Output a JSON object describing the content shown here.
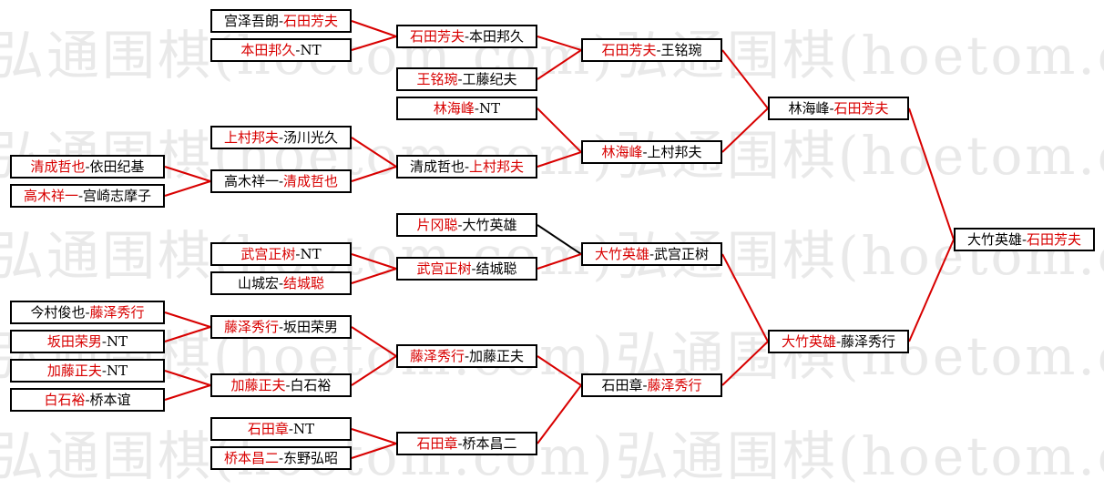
{
  "watermark": "弘通围棋(hoetom.com)弘通围棋(hoetom.com)",
  "colors": {
    "winner": "#d80000",
    "normal": "#000000",
    "line_win": "#d80000",
    "line_normal": "#000000"
  },
  "matches": [
    {
      "id": "r0a",
      "a": "宫泽吾朗",
      "b": "石田芳夫",
      "winner": "b"
    },
    {
      "id": "r0b",
      "a": "本田邦久",
      "b": "NT",
      "winner": "a"
    },
    {
      "id": "r0c",
      "a": "王铭琬",
      "b": "工藤纪夫",
      "winner": "a"
    },
    {
      "id": "r0d",
      "a": "林海峰",
      "b": "NT",
      "winner": "a"
    },
    {
      "id": "r0e",
      "a": "上村邦夫",
      "b": "汤川光久",
      "winner": "a"
    },
    {
      "id": "r0f",
      "a": "清成哲也",
      "b": "依田纪基",
      "winner": "a"
    },
    {
      "id": "r0g",
      "a": "高木祥一",
      "b": "宫崎志摩子",
      "winner": "a"
    },
    {
      "id": "r0h",
      "a": "片冈聪",
      "b": "大竹英雄",
      "winner": "a"
    },
    {
      "id": "r0i",
      "a": "武宫正树",
      "b": "NT",
      "winner": "a"
    },
    {
      "id": "r0j",
      "a": "山城宏",
      "b": "结城聪",
      "winner": "b"
    },
    {
      "id": "r0k",
      "a": "今村俊也",
      "b": "藤泽秀行",
      "winner": "b"
    },
    {
      "id": "r0l",
      "a": "坂田荣男",
      "b": "NT",
      "winner": "a"
    },
    {
      "id": "r0m",
      "a": "加藤正夫",
      "b": "NT",
      "winner": "a"
    },
    {
      "id": "r0n",
      "a": "白石裕",
      "b": "桥本谊",
      "winner": "a"
    },
    {
      "id": "r0o",
      "a": "石田章",
      "b": "NT",
      "winner": "a"
    },
    {
      "id": "r0p",
      "a": "桥本昌二",
      "b": "东野弘昭",
      "winner": "a"
    },
    {
      "id": "r1a",
      "a": "石田芳夫",
      "b": "本田邦久",
      "winner": "a"
    },
    {
      "id": "r1b",
      "a": "高木祥一",
      "b": "清成哲也",
      "winner": "b"
    },
    {
      "id": "r1c",
      "a": "藤泽秀行",
      "b": "坂田荣男",
      "winner": "a"
    },
    {
      "id": "r1d",
      "a": "加藤正夫",
      "b": "白石裕",
      "winner": "a"
    },
    {
      "id": "r2a",
      "a": "清成哲也",
      "b": "上村邦夫",
      "winner": "b"
    },
    {
      "id": "r2b",
      "a": "武宫正树",
      "b": "结城聪",
      "winner": "a"
    },
    {
      "id": "r2c",
      "a": "藤泽秀行",
      "b": "加藤正夫",
      "winner": "a"
    },
    {
      "id": "r2d",
      "a": "石田章",
      "b": "桥本昌二",
      "winner": "a"
    },
    {
      "id": "r3a",
      "a": "石田芳夫",
      "b": "王铭琬",
      "winner": "a"
    },
    {
      "id": "r3b",
      "a": "林海峰",
      "b": "上村邦夫",
      "winner": "a"
    },
    {
      "id": "r3c",
      "a": "大竹英雄",
      "b": "武宫正树",
      "winner": "a"
    },
    {
      "id": "r3d",
      "a": "石田章",
      "b": "藤泽秀行",
      "winner": "b"
    },
    {
      "id": "r4a",
      "a": "林海峰",
      "b": "石田芳夫",
      "winner": "b"
    },
    {
      "id": "r4b",
      "a": "大竹英雄",
      "b": "藤泽秀行",
      "winner": "a"
    },
    {
      "id": "final",
      "a": "大竹英雄",
      "b": "石田芳夫",
      "winner": "b"
    }
  ],
  "connections": [
    {
      "from": "r0a",
      "to": "r1a",
      "win": true
    },
    {
      "from": "r0b",
      "to": "r1a",
      "win": true
    },
    {
      "from": "r1a",
      "to": "r3a",
      "win": true
    },
    {
      "from": "r0c",
      "to": "r3a",
      "win": true
    },
    {
      "from": "r0d",
      "to": "r3b",
      "win": true
    },
    {
      "from": "r0e",
      "to": "r2a",
      "win": true
    },
    {
      "from": "r0f",
      "to": "r1b",
      "win": true
    },
    {
      "from": "r0g",
      "to": "r1b",
      "win": true
    },
    {
      "from": "r1b",
      "to": "r2a",
      "win": true
    },
    {
      "from": "r2a",
      "to": "r3b",
      "win": true
    },
    {
      "from": "r3a",
      "to": "r4a",
      "win": true
    },
    {
      "from": "r3b",
      "to": "r4a",
      "win": true
    },
    {
      "from": "r0h",
      "to": "r3c",
      "win": false
    },
    {
      "from": "r0i",
      "to": "r2b",
      "win": true
    },
    {
      "from": "r0j",
      "to": "r2b",
      "win": true
    },
    {
      "from": "r2b",
      "to": "r3c",
      "win": true
    },
    {
      "from": "r0k",
      "to": "r1c",
      "win": true
    },
    {
      "from": "r0l",
      "to": "r1c",
      "win": true
    },
    {
      "from": "r0m",
      "to": "r1d",
      "win": true
    },
    {
      "from": "r0n",
      "to": "r1d",
      "win": true
    },
    {
      "from": "r1c",
      "to": "r2c",
      "win": true
    },
    {
      "from": "r1d",
      "to": "r2c",
      "win": true
    },
    {
      "from": "r0o",
      "to": "r2d",
      "win": true
    },
    {
      "from": "r0p",
      "to": "r2d",
      "win": true
    },
    {
      "from": "r2c",
      "to": "r3d",
      "win": true
    },
    {
      "from": "r2d",
      "to": "r3d",
      "win": true
    },
    {
      "from": "r3c",
      "to": "r4b",
      "win": true
    },
    {
      "from": "r3d",
      "to": "r4b",
      "win": true
    },
    {
      "from": "r4a",
      "to": "final",
      "win": true
    },
    {
      "from": "r4b",
      "to": "final",
      "win": true
    }
  ]
}
